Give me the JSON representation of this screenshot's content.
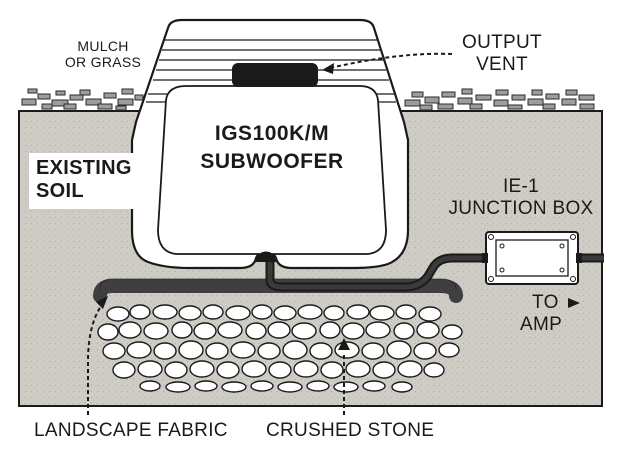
{
  "product_label": {
    "line1": "IGS100K/M",
    "line2": "SUBWOOFER"
  },
  "callouts": {
    "mulch": {
      "line1": "MULCH",
      "line2": "OR GRASS"
    },
    "output_vent": {
      "line1": "OUTPUT",
      "line2": "VENT"
    },
    "existing_soil": {
      "line1": "EXISTING",
      "line2": "SOIL"
    },
    "junction_box": {
      "line1": "IE-1",
      "line2": "JUNCTION BOX"
    },
    "to_amp": {
      "line1": "TO",
      "line2": "AMP"
    },
    "landscape_fabric": "LANDSCAPE FABRIC",
    "crushed_stone": "CRUSHED STONE"
  },
  "colors": {
    "soil": "#cfccc5",
    "outline": "#1a1a1a",
    "fabric": "#3f3f3f",
    "enclosure": "#ffffff",
    "stone": "#ffffff"
  }
}
